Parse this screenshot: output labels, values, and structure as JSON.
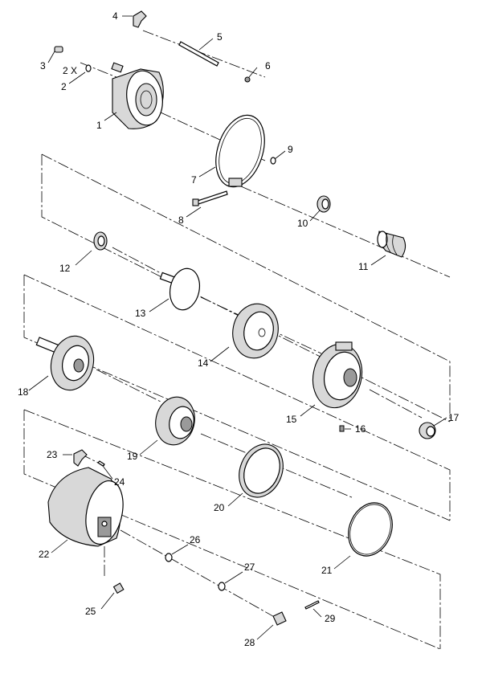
{
  "diagram": {
    "callouts": [
      {
        "id": "c1",
        "label": "1"
      },
      {
        "id": "c2",
        "label": "2"
      },
      {
        "id": "c2x",
        "label": "2 X"
      },
      {
        "id": "c3",
        "label": "3"
      },
      {
        "id": "c4",
        "label": "4"
      },
      {
        "id": "c5",
        "label": "5"
      },
      {
        "id": "c6",
        "label": "6"
      },
      {
        "id": "c7",
        "label": "7"
      },
      {
        "id": "c8",
        "label": "8"
      },
      {
        "id": "c9",
        "label": "9"
      },
      {
        "id": "c10",
        "label": "10"
      },
      {
        "id": "c11",
        "label": "11"
      },
      {
        "id": "c12",
        "label": "12"
      },
      {
        "id": "c13",
        "label": "13"
      },
      {
        "id": "c14",
        "label": "14"
      },
      {
        "id": "c15",
        "label": "15"
      },
      {
        "id": "c16",
        "label": "16"
      },
      {
        "id": "c17",
        "label": "17"
      },
      {
        "id": "c18",
        "label": "18"
      },
      {
        "id": "c19",
        "label": "19"
      },
      {
        "id": "c20",
        "label": "20"
      },
      {
        "id": "c21",
        "label": "21"
      },
      {
        "id": "c22",
        "label": "22"
      },
      {
        "id": "c23",
        "label": "23"
      },
      {
        "id": "c24",
        "label": "24"
      },
      {
        "id": "c25",
        "label": "25"
      },
      {
        "id": "c26",
        "label": "26"
      },
      {
        "id": "c27",
        "label": "27"
      },
      {
        "id": "c28",
        "label": "28"
      },
      {
        "id": "c29",
        "label": "29"
      }
    ]
  }
}
